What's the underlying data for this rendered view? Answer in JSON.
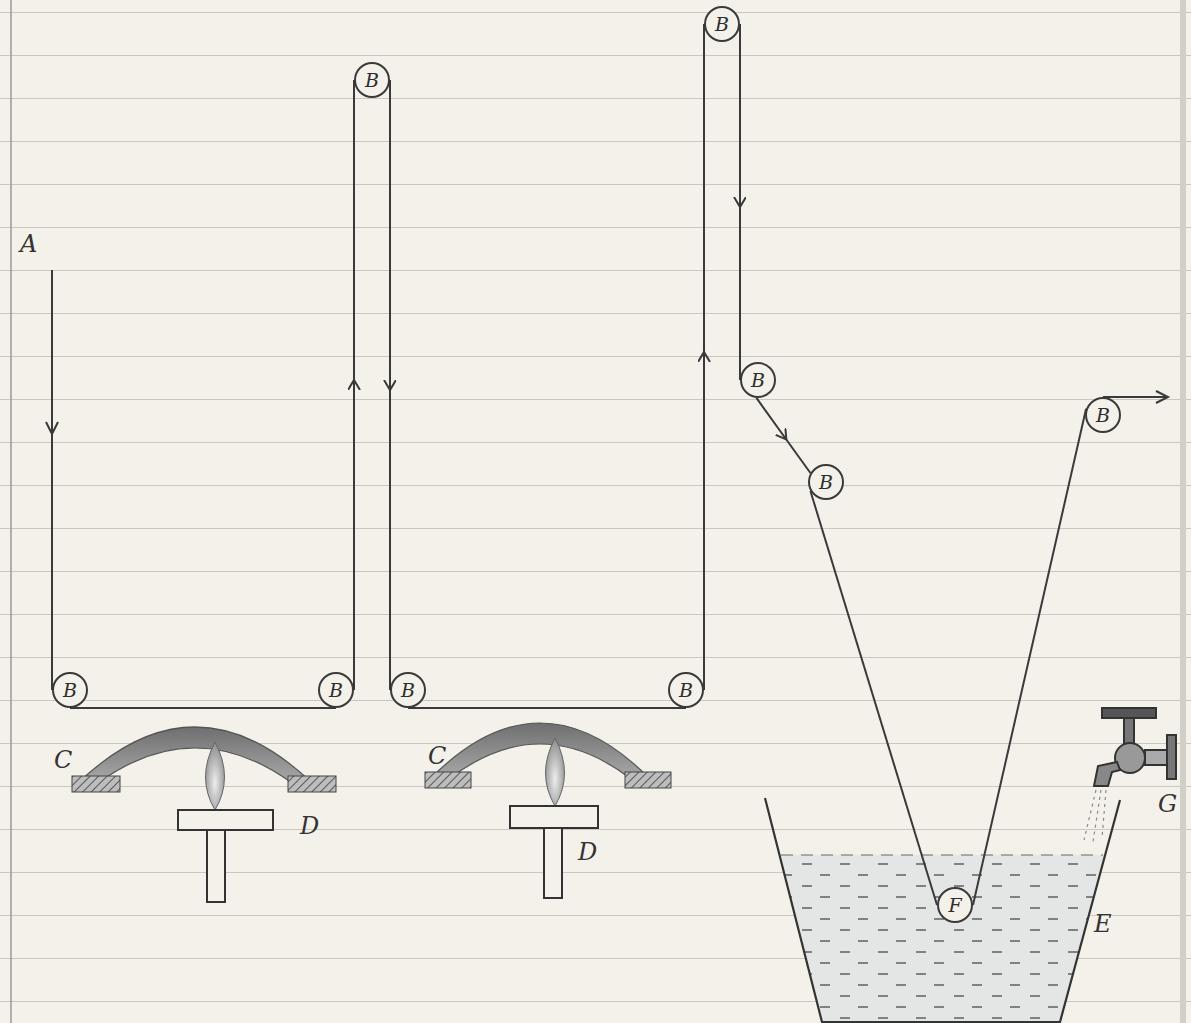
{
  "diagram": {
    "nodes": [
      {
        "text": [
          "B"
        ]
      },
      {
        "text": [
          "B"
        ]
      },
      {
        "text": [
          "B"
        ]
      },
      {
        "text": [
          "B"
        ]
      },
      {
        "text": [
          "B"
        ]
      },
      {
        "text": [
          "B"
        ]
      },
      {
        "text": [
          "B"
        ]
      },
      {
        "text": [
          "B"
        ]
      },
      {
        "text": [
          "F"
        ]
      },
      {
        "text": [
          "B"
        ]
      }
    ],
    "edges": [
      {
        "from": 0,
        "to": 1,
        "arrow": "none"
      },
      {
        "from": 1,
        "to": 2,
        "arrow": "to"
      },
      {
        "from": 2,
        "to": 3,
        "arrow": "to"
      },
      {
        "from": 3,
        "to": 4,
        "arrow": "none"
      },
      {
        "from": 4,
        "to": 5,
        "arrow": "to"
      },
      {
        "from": 5,
        "to": 6,
        "arrow": "to"
      },
      {
        "from": 6,
        "to": 7,
        "arrow": "to"
      },
      {
        "from": 7,
        "to": 8,
        "arrow": "none"
      },
      {
        "from": 8,
        "to": 9,
        "arrow": "none"
      }
    ],
    "labels": [
      "A",
      "C",
      "D",
      "C",
      "D",
      "E",
      "G"
    ]
  }
}
